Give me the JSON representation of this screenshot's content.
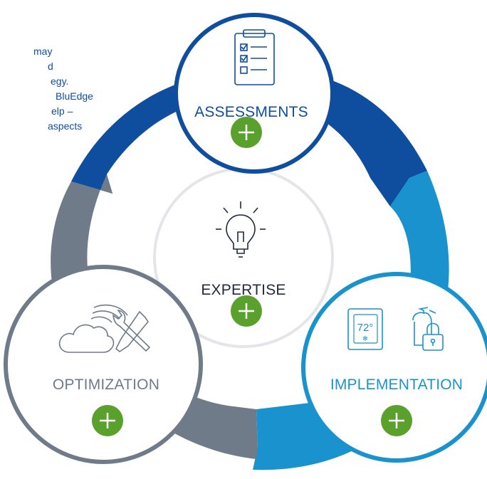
{
  "intro_lines": [
    "may",
    "d",
    "egy.",
    "BluEdge",
    "elp –",
    "aspects"
  ],
  "center": {
    "label": "EXPERTISE",
    "plus": "+"
  },
  "top": {
    "label": "ASSESSMENTS",
    "plus": "+"
  },
  "bottom_left": {
    "label": "OPTIMIZATION",
    "plus": "+"
  },
  "bottom_right": {
    "label": "IMPLEMENTATION",
    "plus": "+",
    "thermostat": "72°"
  },
  "colors": {
    "navy": "#0f4d9f",
    "blue": "#1a92cd",
    "gray": "#6f7b88",
    "green": "#5aa02c"
  },
  "icons": [
    "clipboard-checklist-icon",
    "lightbulb-icon",
    "cloud-wifi-tools-icon",
    "thermostat-icon",
    "fire-extinguisher-lock-icon",
    "plus-icon"
  ]
}
